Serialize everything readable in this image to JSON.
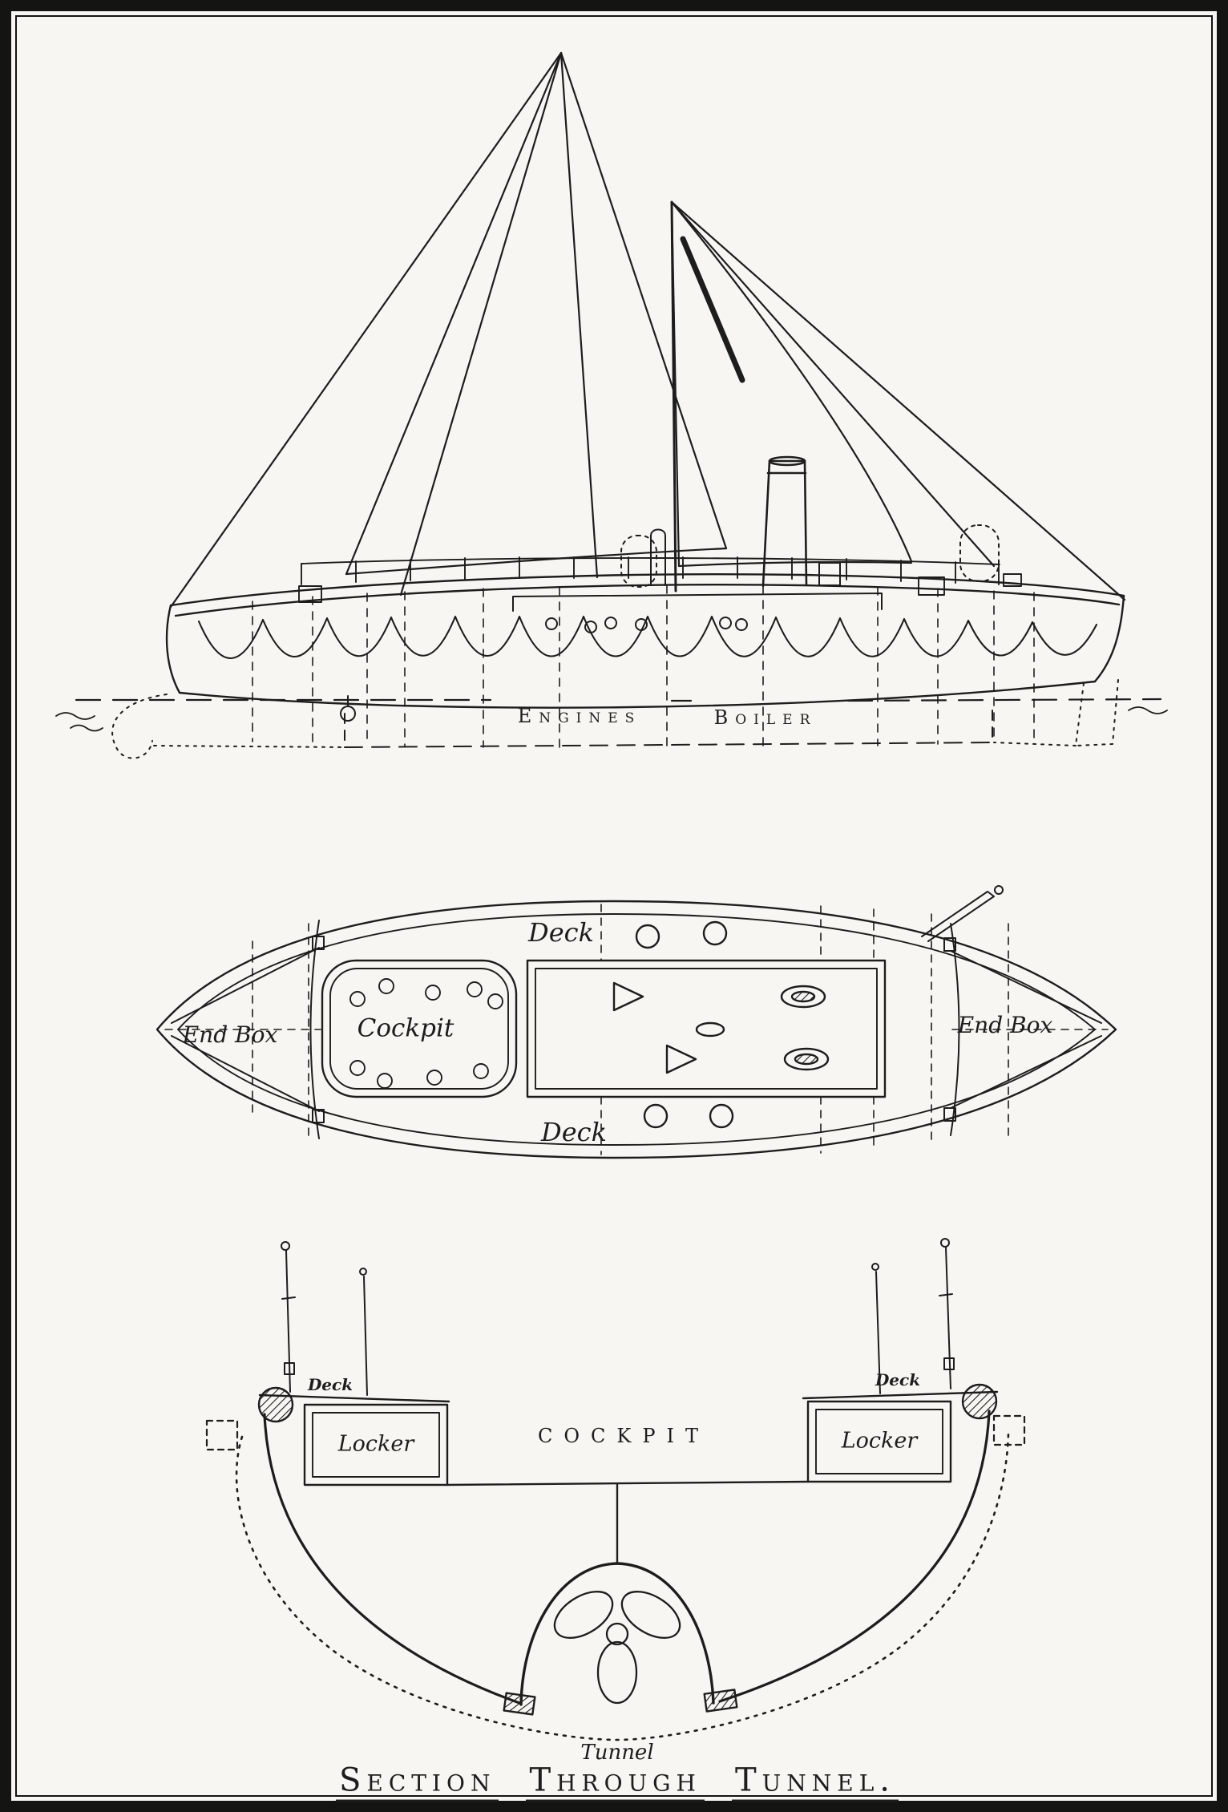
{
  "palette": {
    "paper": "#f7f6f2",
    "ink": "#1d1d1b"
  },
  "side_view": {
    "engines_label": "Engines",
    "boiler_label": "Boiler"
  },
  "plan_view": {
    "deck_top": "Deck",
    "deck_bottom": "Deck",
    "cockpit": "Cockpit",
    "end_box_left": "End Box",
    "end_box_right": "End Box"
  },
  "section_view": {
    "deck_left": "Deck",
    "deck_right": "Deck",
    "locker_left": "Locker",
    "locker_right": "Locker",
    "cockpit": "COCKPIT",
    "tunnel": "Tunnel",
    "title_words": [
      "Section",
      "Through",
      "Tunnel."
    ]
  }
}
